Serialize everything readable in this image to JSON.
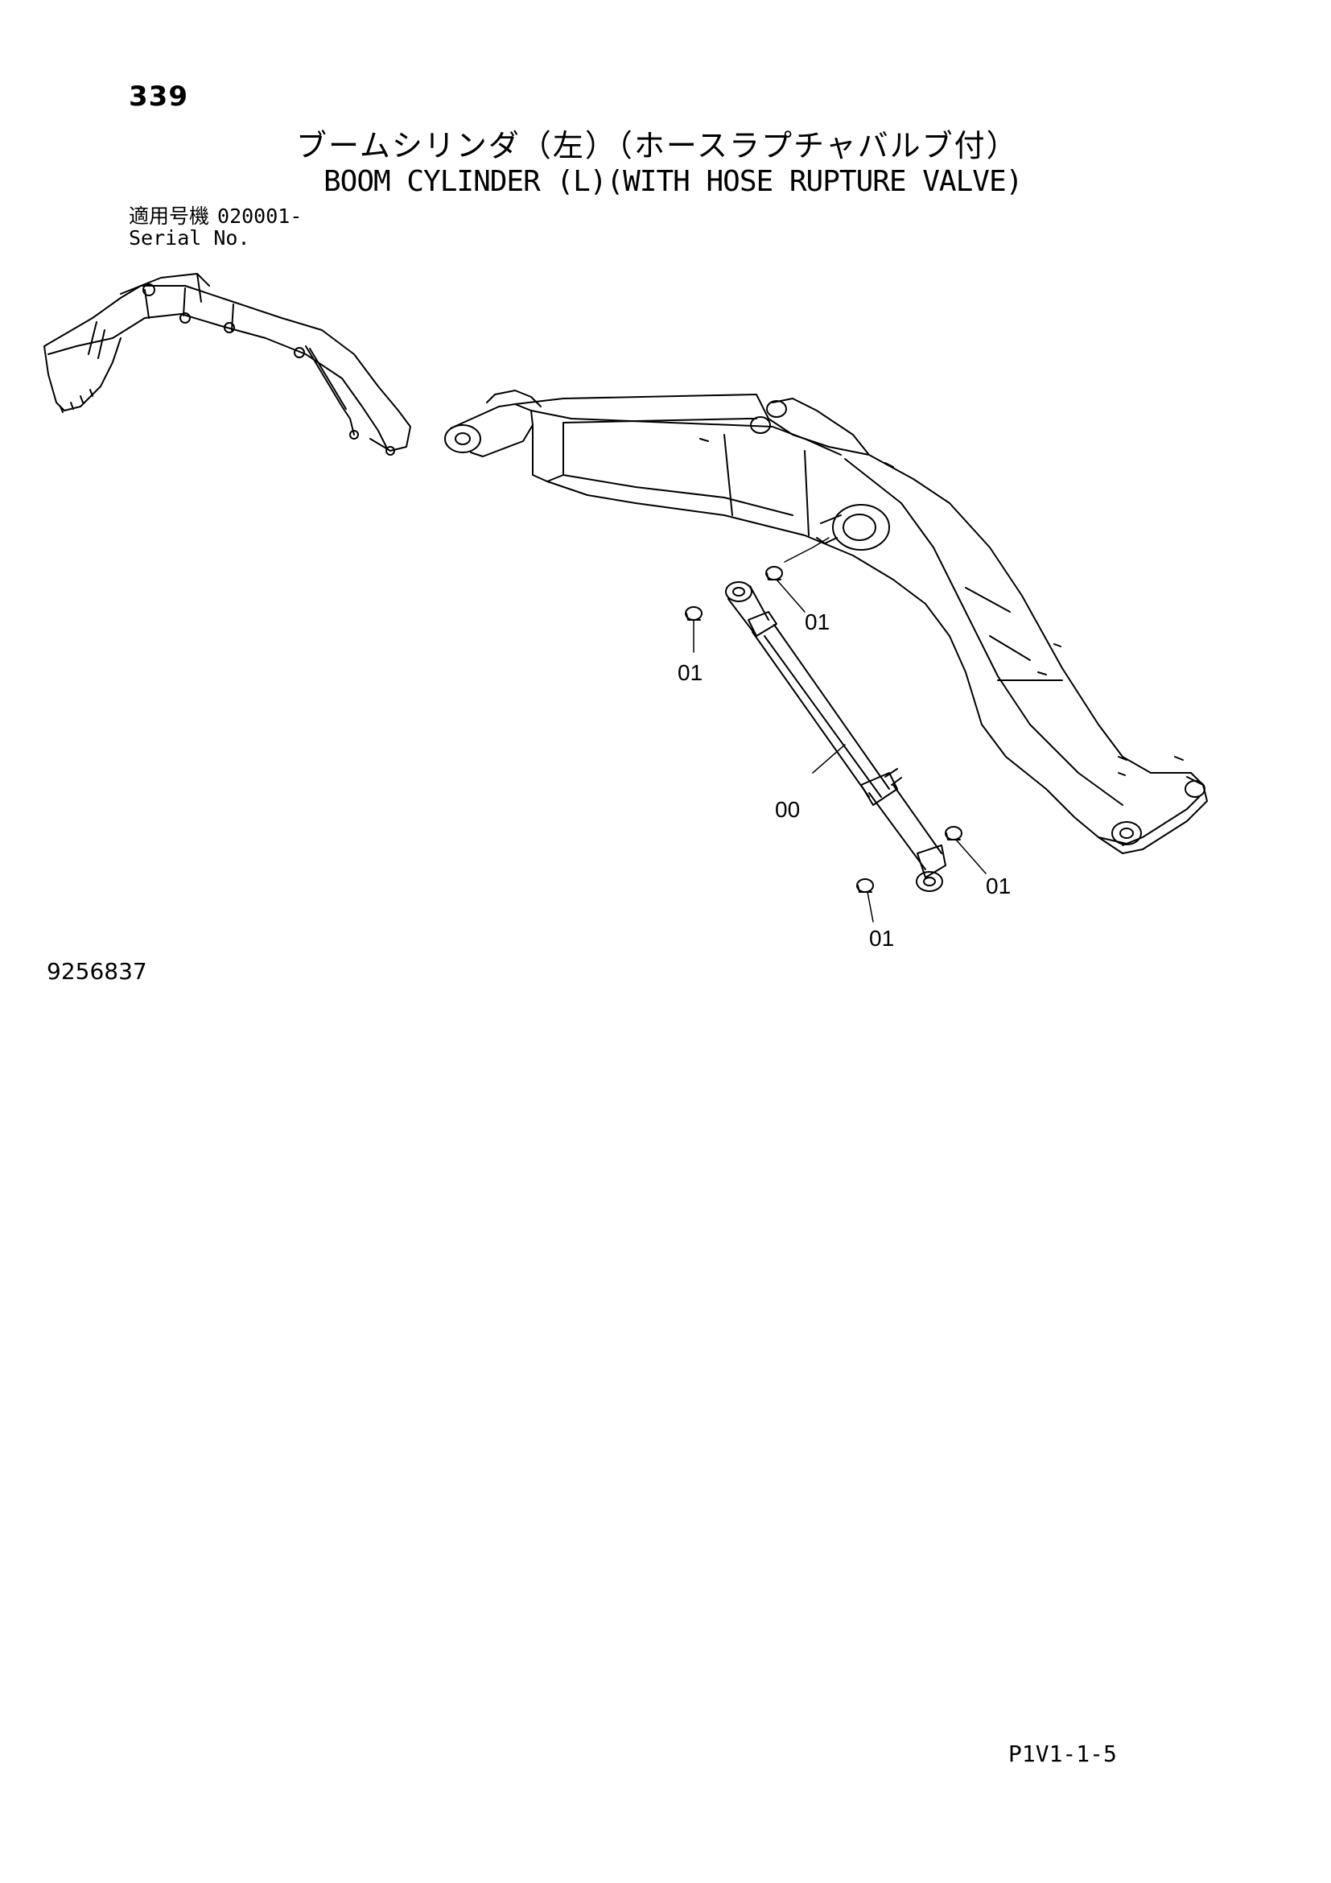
{
  "header": {
    "page_number": "339",
    "title_jp": "ブームシリンダ（左）（ホースラプチャバルブ付）",
    "title_en": "BOOM CYLINDER (L)(WITH HOSE RUPTURE VALVE)"
  },
  "serial": {
    "label_jp": "適用号機",
    "value": "020001-",
    "label_en": "Serial No."
  },
  "callouts": {
    "c1": "01",
    "c2": "01",
    "c3": "00",
    "c4": "01",
    "c5": "01"
  },
  "footer": {
    "drawing_number": "9256837",
    "page_code": "P1V1-1-5"
  }
}
